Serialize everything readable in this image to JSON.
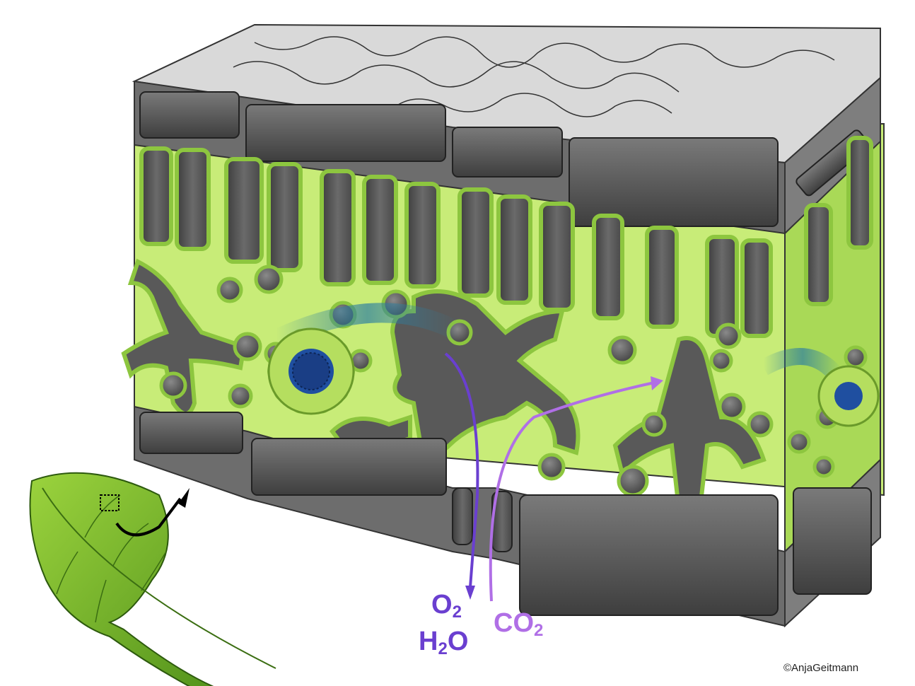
{
  "labels": {
    "o2": {
      "main": "O",
      "sub": "2"
    },
    "h2o": {
      "pre": "H",
      "sub": "2",
      "post": "O"
    },
    "co2": {
      "main": "CO",
      "sub": "2"
    }
  },
  "credit": "©AnjaGeitmann",
  "colors": {
    "mesophyll_bg": "#c8ec78",
    "cell_fill": "#5e5e5e",
    "cell_wall": "#8dc63f",
    "epidermis": "#6d6d6d",
    "cuticle_top": "#d9d9d9",
    "vascular": "#1f4fa0",
    "o2_h2o_arrow": "#6a3fd0",
    "co2_arrow": "#b06fe6",
    "leaf": "#7fbf2a"
  },
  "icons": [
    "leaf-icon",
    "zoom-arrow-icon",
    "stoma-icon",
    "vascular-bundle-icon"
  ]
}
